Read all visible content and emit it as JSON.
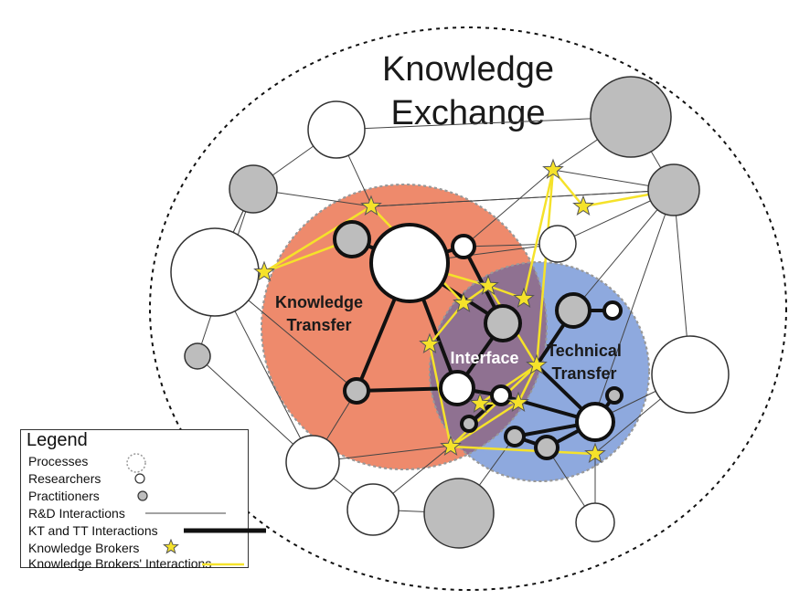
{
  "title": {
    "line1": "Knowledge",
    "line2": "Exchange"
  },
  "regions": {
    "knowledge_transfer": {
      "line1": "Knowledge",
      "line2": "Transfer"
    },
    "interface": "Interface",
    "technical_transfer": {
      "line1": "Technical",
      "line2": "Transfer"
    }
  },
  "legend": {
    "title": "Legend",
    "items": [
      {
        "label": "Processes",
        "symbol": "dotted-circle-icon"
      },
      {
        "label": "Researchers",
        "symbol": "white-circle-icon"
      },
      {
        "label": "Practitioners",
        "symbol": "gray-circle-icon"
      },
      {
        "label": "R&D Interactions",
        "symbol": "thin-line-icon"
      },
      {
        "label": "KT and TT Interactions",
        "symbol": "thick-line-icon"
      },
      {
        "label": "Knowledge Brokers",
        "symbol": "star-icon"
      },
      {
        "label": "Knowledge Brokers' Interactions",
        "symbol": "yellow-line-icon"
      }
    ]
  },
  "colors": {
    "knowledge_transfer": "#EE8A6C",
    "technical_transfer": "#8EA9DE",
    "interface": "#8F7191",
    "practitioner": "#BDBDBD",
    "researcher": "#FFFFFF",
    "broker": "#F5E22A",
    "broker_line": "#F5E22A"
  }
}
